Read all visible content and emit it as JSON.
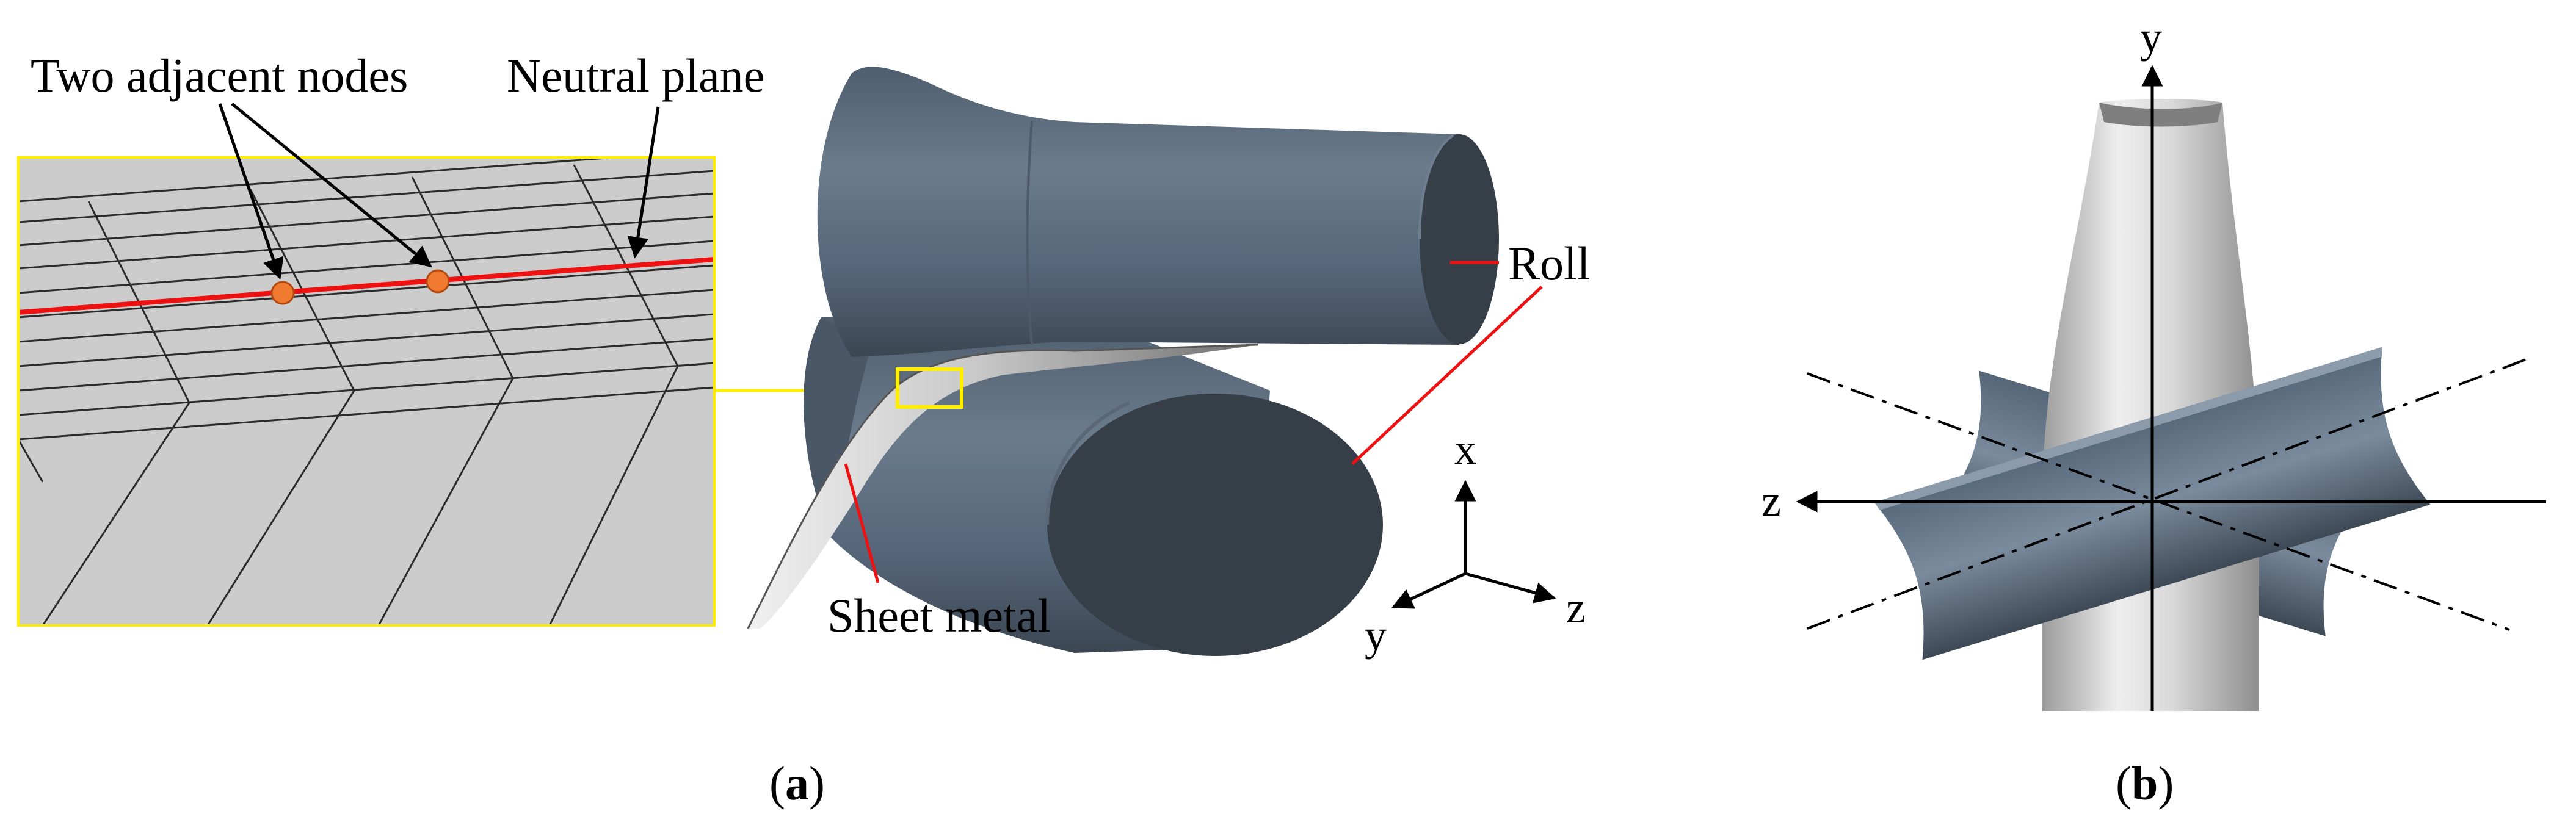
{
  "panel_a": {
    "caption_open": "(",
    "caption_letter": "a",
    "caption_close": ")",
    "labels": {
      "two_adjacent_nodes": "Two adjacent nodes",
      "neutral_plane": "Neutral plane",
      "roll": "Roll",
      "sheet_metal": "Sheet metal"
    },
    "axes": {
      "x": "x",
      "y": "y",
      "z": "z"
    }
  },
  "panel_b": {
    "caption_open": "(",
    "caption_letter": "b",
    "caption_close": ")",
    "axes": {
      "y": "y",
      "z": "z"
    }
  },
  "colors": {
    "roll_body": "#5b6b7c",
    "roll_face": "#363e48",
    "neutral_line": "#ee1111",
    "node": "#f07a30",
    "inset_border": "#ffee00",
    "mesh_fill": "#cccccc"
  }
}
